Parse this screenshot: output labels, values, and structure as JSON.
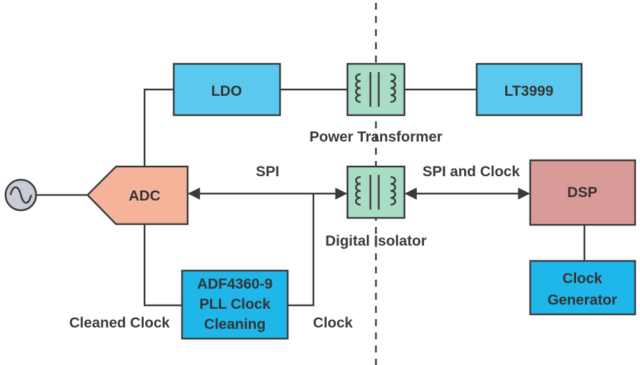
{
  "colors": {
    "line": "#3a3a3a",
    "ldo_fill": "#5bc8f0",
    "lt3999_fill": "#5bc8f0",
    "pll_fill": "#1fb6ea",
    "clockgen_fill": "#1fb6ea",
    "transformer_fill": "#a8dcc5",
    "adc_fill": "#f5b49a",
    "dsp_fill": "#d89b98",
    "source_fill": "#c9cbd6"
  },
  "blocks": {
    "ldo": "LDO",
    "lt3999": "LT3999",
    "adc": "ADC",
    "dsp": "DSP",
    "pll_line1": "ADF4360-9",
    "pll_line2": "PLL Clock",
    "pll_line3": "Cleaning",
    "clockgen_line1": "Clock",
    "clockgen_line2": "Generator"
  },
  "labels": {
    "power_transformer": "Power Transformer",
    "digital_isolator": "Digital Isolator",
    "spi": "SPI",
    "spi_and_clock": "SPI and Clock",
    "cleaned_clock": "Cleaned Clock",
    "clock": "Clock"
  },
  "icons": {
    "signal_source": "sine-wave-source-icon",
    "transformer": "transformer-coil-icon"
  }
}
